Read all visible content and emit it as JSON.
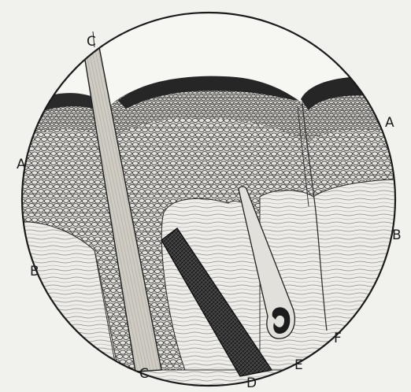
{
  "labels": {
    "a_left": "A",
    "a_right": "A",
    "b_left": "B",
    "b_right": "B",
    "c_top": "C",
    "c_bottom": "C",
    "d": "D",
    "e": "E",
    "f": "F"
  },
  "colors": {
    "paper": "#f1f1ee",
    "ink": "#1b1b1b",
    "epidermis_dark": "#2c2c2c",
    "epidermis_cells": "#d8d6d1",
    "dermis": "#ebeae6",
    "shaft": "#c9c6bf"
  }
}
